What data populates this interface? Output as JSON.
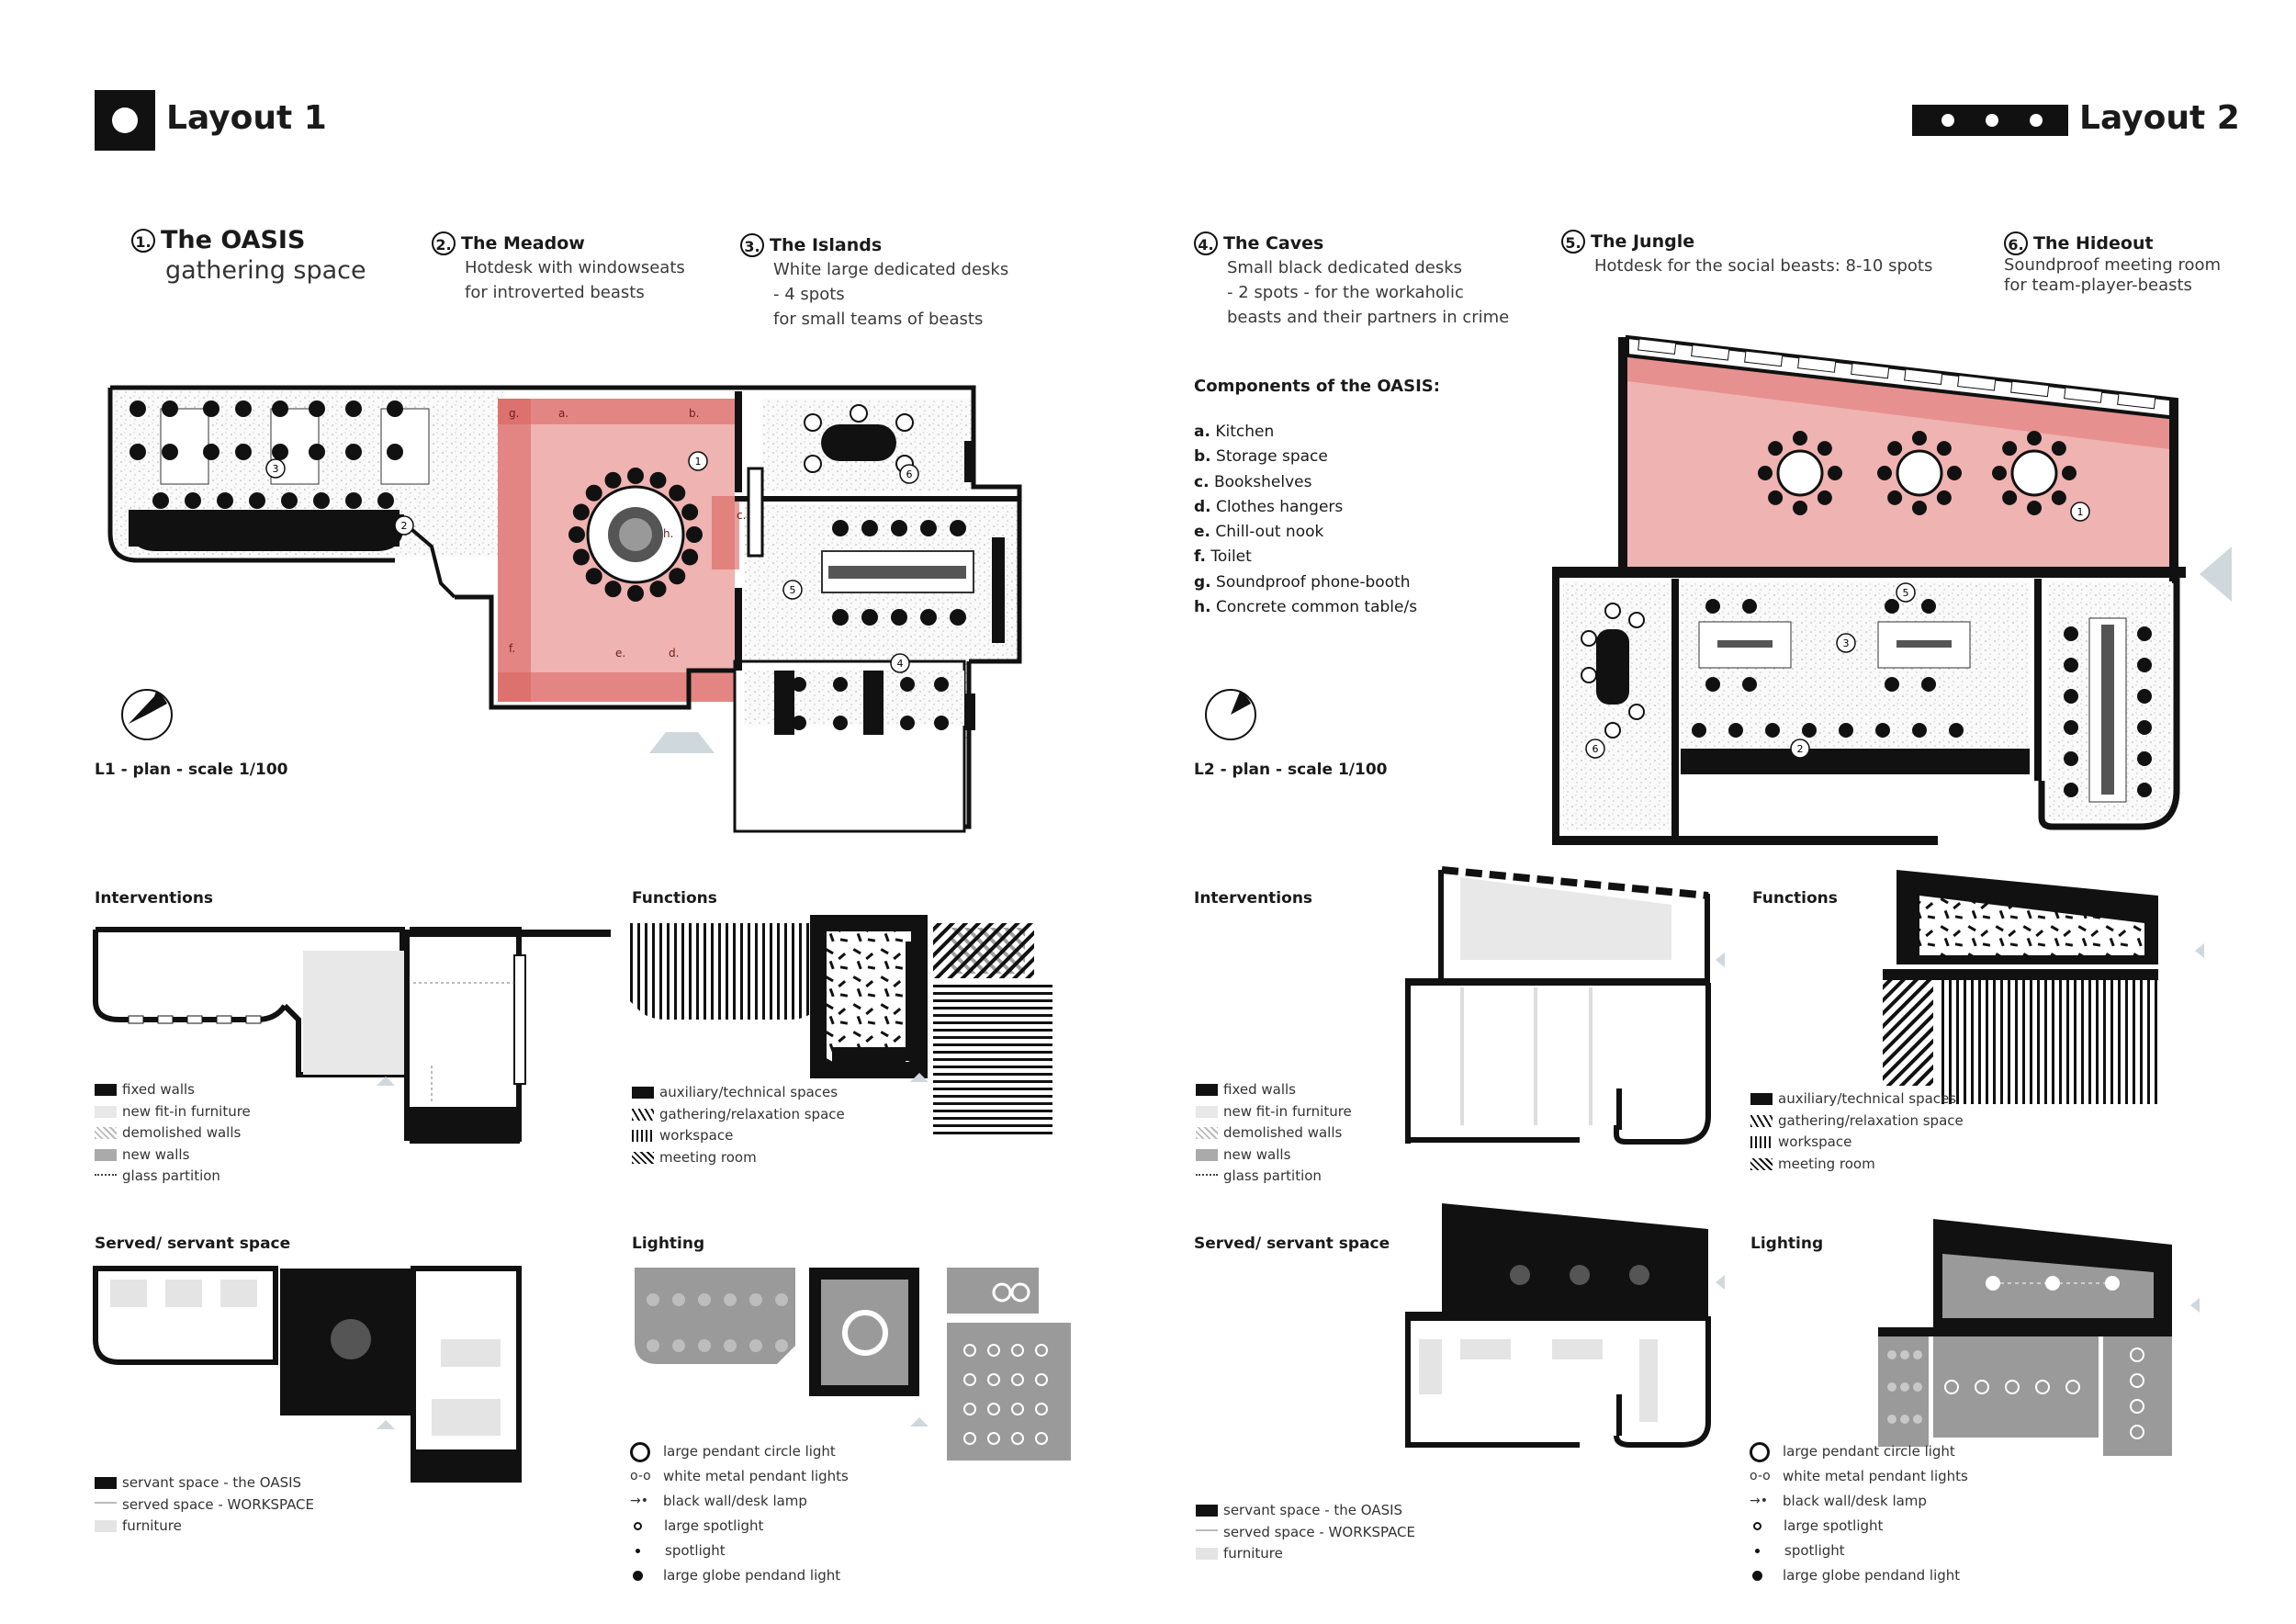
{
  "layout1": {
    "title": "Layout 1",
    "zones": [
      {
        "num": "1.",
        "title": "The OASIS",
        "desc": [
          "gathering space"
        ]
      },
      {
        "num": "2.",
        "title": "The Meadow",
        "desc": [
          "Hotdesk with windowseats",
          "for introverted beasts"
        ]
      },
      {
        "num": "3.",
        "title": "The Islands",
        "desc": [
          "White large dedicated desks",
          "- 4 spots",
          "for small teams of beasts"
        ]
      }
    ],
    "plan_label": "L1 - plan - scale 1/100",
    "plan_markers": [
      "1",
      "2",
      "3",
      "4",
      "5",
      "6"
    ],
    "plan_letters": [
      "a.",
      "b.",
      "c.",
      "d.",
      "e.",
      "f.",
      "g.",
      "h."
    ],
    "interventions": {
      "title": "Interventions",
      "legend": [
        "fixed walls",
        "new fit-in furniture",
        "demolished walls",
        "new walls",
        "glass partition"
      ]
    },
    "functions": {
      "title": "Functions",
      "legend": [
        "auxiliary/technical spaces",
        "gathering/relaxation space",
        "workspace",
        "meeting room"
      ]
    },
    "served": {
      "title": "Served/ servant space",
      "legend": [
        "servant space - the OASIS",
        "served space - WORKSPACE",
        "furniture"
      ]
    },
    "lighting": {
      "title": "Lighting",
      "legend": [
        "large pendant circle light",
        "white metal pendant lights",
        "black wall/desk lamp",
        "large spotlight",
        "spotlight",
        "large globe pendand light"
      ]
    }
  },
  "layout2": {
    "title": "Layout 2",
    "zones": [
      {
        "num": "4.",
        "title": "The Caves",
        "desc": [
          "Small black dedicated desks",
          "- 2 spots - for the workaholic",
          "beasts and their partners in crime"
        ]
      },
      {
        "num": "5.",
        "title": "The Jungle",
        "desc": [
          "Hotdesk for the social beasts: 8-10 spots"
        ]
      },
      {
        "num": "6.",
        "title": "The Hideout",
        "desc": [
          "Soundproof meeting room",
          "for team-player-beasts"
        ]
      }
    ],
    "components": {
      "title": "Components of the OASIS:",
      "items": [
        {
          "k": "a.",
          "v": "Kitchen"
        },
        {
          "k": "b.",
          "v": "Storage space"
        },
        {
          "k": "c.",
          "v": "Bookshelves"
        },
        {
          "k": "d.",
          "v": "Clothes hangers"
        },
        {
          "k": "e.",
          "v": "Chill-out nook"
        },
        {
          "k": "f.",
          "v": "Toilet"
        },
        {
          "k": "g.",
          "v": "Soundproof phone-booth"
        },
        {
          "k": "h.",
          "v": "Concrete common table/s"
        }
      ]
    },
    "plan_label": "L2 - plan - scale 1/100",
    "interventions": {
      "title": "Interventions",
      "legend": [
        "fixed walls",
        "new fit-in furniture",
        "demolished walls",
        "new walls",
        "glass partition"
      ]
    },
    "functions": {
      "title": "Functions",
      "legend": [
        "auxiliary/technical spaces",
        "gathering/relaxation space",
        "workspace",
        "meeting room"
      ]
    },
    "served": {
      "title": "Served/ servant space",
      "legend": [
        "servant space - the OASIS",
        "served space - WORKSPACE",
        "furniture"
      ]
    },
    "lighting": {
      "title": "Lighting",
      "legend": [
        "large pendant circle light",
        "white metal pendant lights",
        "black wall/desk lamp",
        "large spotlight",
        "spotlight",
        "large globe pendand light"
      ]
    }
  },
  "colors": {
    "oasis_red": "#e89a98",
    "oasis_red_dark": "#d9605c",
    "ink": "#111111",
    "grey": "#9a9a9a",
    "pale": "#e4e4e4"
  }
}
